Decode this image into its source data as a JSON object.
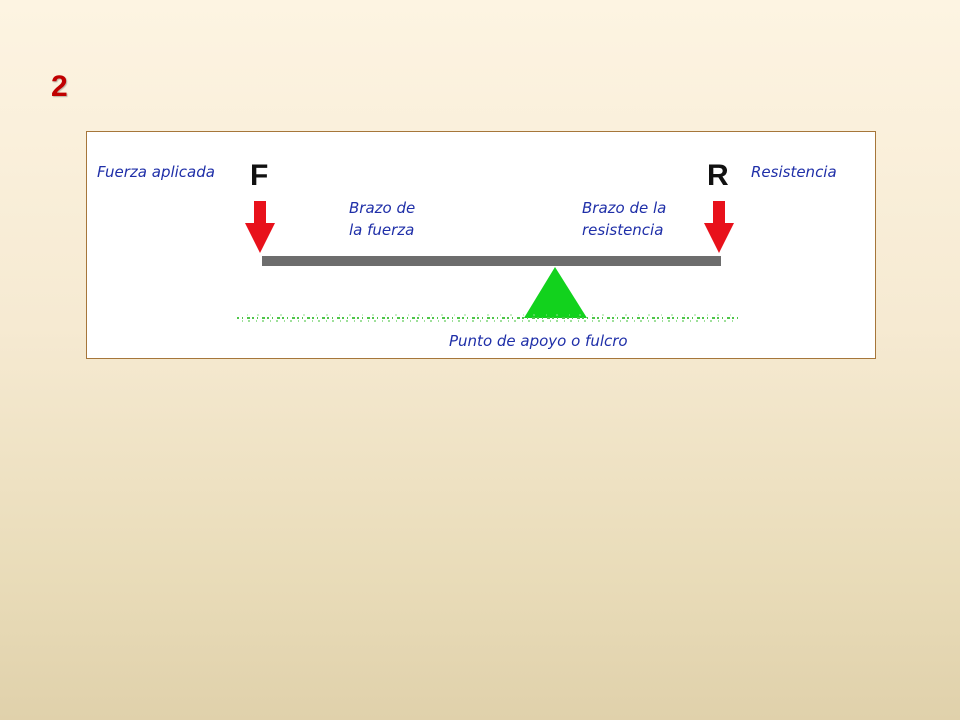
{
  "slide": {
    "number": "2"
  },
  "diagram": {
    "force_letter": "F",
    "resistance_letter": "R",
    "applied_force_label": "Fuerza aplicada",
    "resistance_label": "Resistencia",
    "force_arm_label_line1": "Brazo de",
    "force_arm_label_line2": "la fuerza",
    "resistance_arm_label_line1": "Brazo de la",
    "resistance_arm_label_line2": "resistencia",
    "fulcrum_label": "Punto de apoyo o fulcro",
    "colors": {
      "arrow": "#e8111b",
      "lever": "#6d6d6d",
      "fulcrum": "#12d21d",
      "label": "#1f2fa8",
      "ground": "#4fc64a",
      "slide_number": "#c00000",
      "frame_border": "#a6763a"
    }
  }
}
